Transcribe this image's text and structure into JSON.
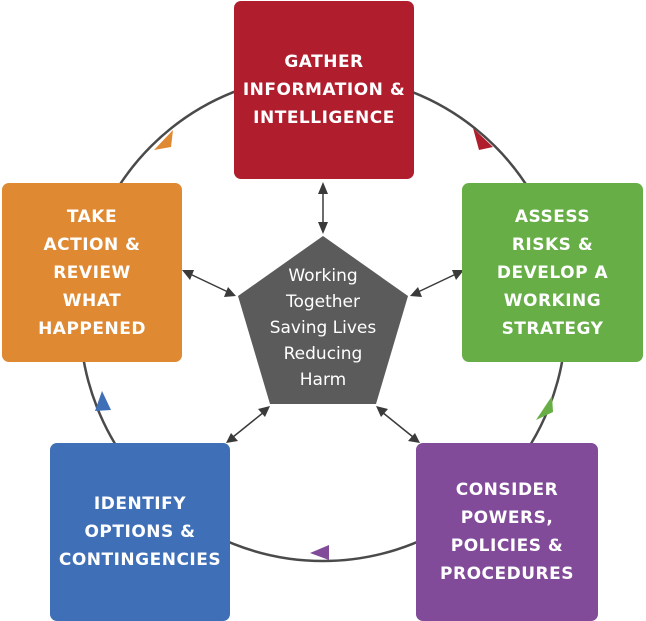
{
  "colors": {
    "gather": "#B01E2E",
    "assess": "#66AE45",
    "consider": "#814B99",
    "identify": "#3F6FB7",
    "take": "#DF8932",
    "center": "#5B5B5B",
    "ring": "#4A4A4A"
  },
  "steps": [
    {
      "id": "gather",
      "label": "GATHER\nINFORMATION &\nINTELLIGENCE"
    },
    {
      "id": "assess",
      "label": "ASSESS\nRISKS &\nDEVELOP A\nWORKING\nSTRATEGY"
    },
    {
      "id": "consider",
      "label": "CONSIDER\nPOWERS,\nPOLICIES &\nPROCEDURES"
    },
    {
      "id": "identify",
      "label": "IDENTIFY\nOPTIONS &\nCONTINGENCIES"
    },
    {
      "id": "take",
      "label": "TAKE\nACTION &\nREVIEW\nWHAT\nHAPPENED"
    }
  ],
  "center": {
    "label": "Working\nTogether\nSaving Lives\nReducing\nHarm"
  }
}
